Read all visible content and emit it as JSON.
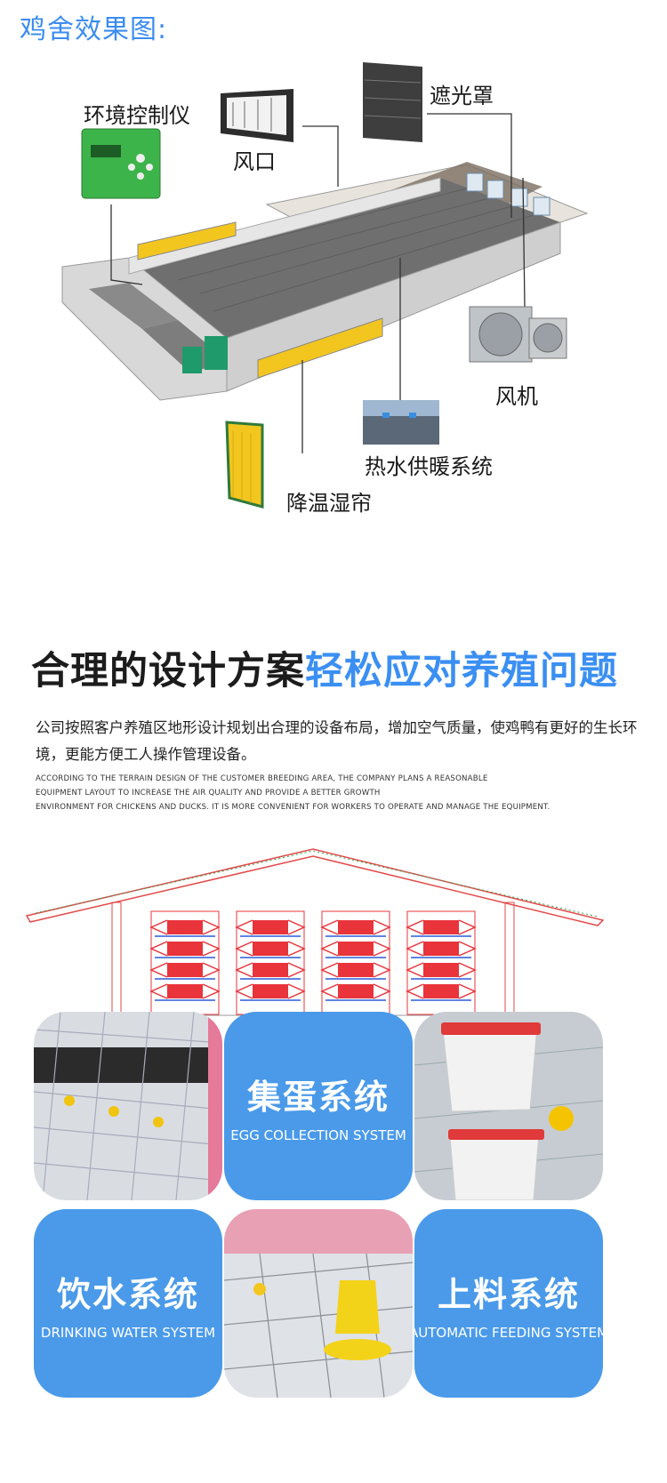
{
  "page": {
    "section_label": "鸡舍效果图:",
    "callouts": {
      "env_controller": "环境控制仪",
      "air_inlet": "风口",
      "shade": "遮光罩",
      "fan": "风机",
      "heating": "热水供暖系统",
      "cooling_pad": "降温湿帘"
    },
    "headline": {
      "part1": "合理的设计方案",
      "part2": "轻松应对养殖问题"
    },
    "description_cn": "公司按照客户养殖区地形设计规划出合理的设备布局，增加空气质量，使鸡鸭有更好的生长环境，更能方便工人操作管理设备。",
    "description_en_line1": "ACCORDING TO THE TERRAIN DESIGN OF THE CUSTOMER BREEDING AREA, THE COMPANY PLANS A REASONABLE",
    "description_en_line2": "EQUIPMENT LAYOUT TO INCREASE THE AIR QUALITY AND PROVIDE A BETTER GROWTH",
    "description_en_line3": "ENVIRONMENT FOR CHICKENS AND DUCKS. IT IS MORE CONVENIENT FOR WORKERS TO OPERATE AND MANAGE THE EQUIPMENT.",
    "tiles": {
      "egg": {
        "cn": "集蛋系统",
        "en": "EGG COLLECTION SYSTEM"
      },
      "water": {
        "cn": "饮水系统",
        "en": "DRINKING WATER SYSTEM"
      },
      "feed": {
        "cn": "上料系统",
        "en": "AUTOMATIC FEEDING SYSTEM"
      }
    },
    "colors": {
      "accent_blue": "#3b8ff2",
      "tile_blue": "#4a9ae9",
      "cage_red": "#e8343a"
    }
  }
}
